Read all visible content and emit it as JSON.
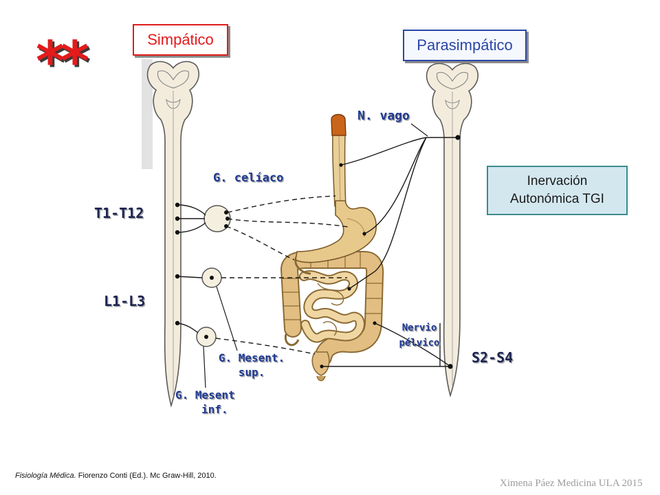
{
  "slide": {
    "mark": "**",
    "sympathetic_label": "Simpático",
    "parasympathetic_label": "Parasimpático",
    "info_box": {
      "line1": "Inervación",
      "line2": "Autonómica TGI"
    },
    "labels": {
      "vagus": "N. vago",
      "celiac": "G. celíaco",
      "thoracic": "T1-T12",
      "lumbar": "L1-L3",
      "pelvic_line1": "Nervio",
      "pelvic_line2": "pélvico",
      "sacral": "S2-S4",
      "sup_mesenteric_line1": "G. Mesent.",
      "sup_mesenteric_line2": "sup.",
      "inf_mesenteric_line1": "G. Mesent",
      "inf_mesenteric_line2": "inf."
    },
    "citation": {
      "title": "Fisiología Médica.",
      "rest": " Fiorenzo Conti (Ed.). Mc Graw-Hill, 2010."
    },
    "credit": "Ximena Páez Medicina ULA 2015"
  },
  "colors": {
    "sympathetic": "#e21b1b",
    "parasympathetic": "#2a46a6",
    "label_blue": "#1f3a93",
    "label_dark": "#1c2350",
    "info_fill": "#d3e7ef",
    "info_border": "#3a8c8c",
    "credit_gray": "#9c9c9c"
  }
}
